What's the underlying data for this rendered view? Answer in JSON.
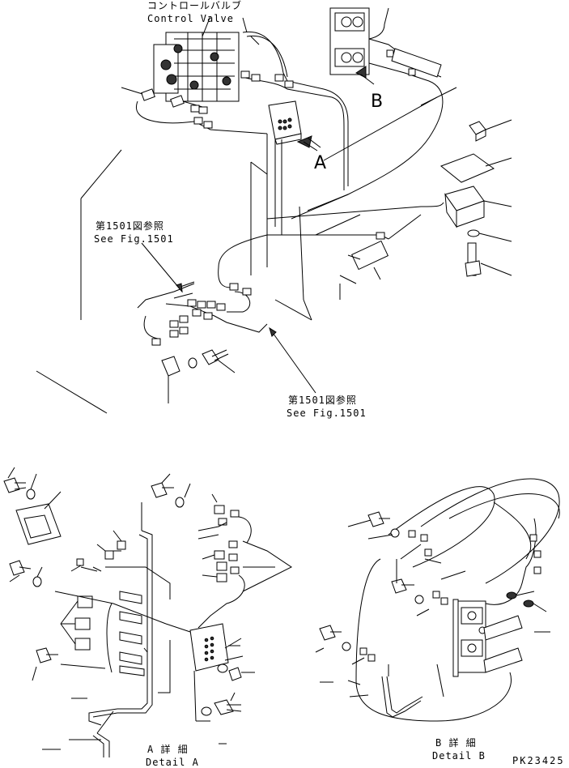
{
  "labels": {
    "control_valve_jp": "コントロールバルブ",
    "control_valve_en": "Control Valve",
    "view_a": "A",
    "view_b": "B",
    "fig_ref_1_jp": "第1501図参照",
    "fig_ref_1_en": "See Fig.1501",
    "fig_ref_2_jp": "第1501図参照",
    "fig_ref_2_en": "See Fig.1501",
    "detail_a_jp": "A 詳 細",
    "detail_a_en": "Detail A",
    "detail_b_jp": "B 詳 細",
    "detail_b_en": "Detail B",
    "drawing_code": "PK23425"
  },
  "colors": {
    "line": "#000000",
    "background": "#ffffff"
  }
}
